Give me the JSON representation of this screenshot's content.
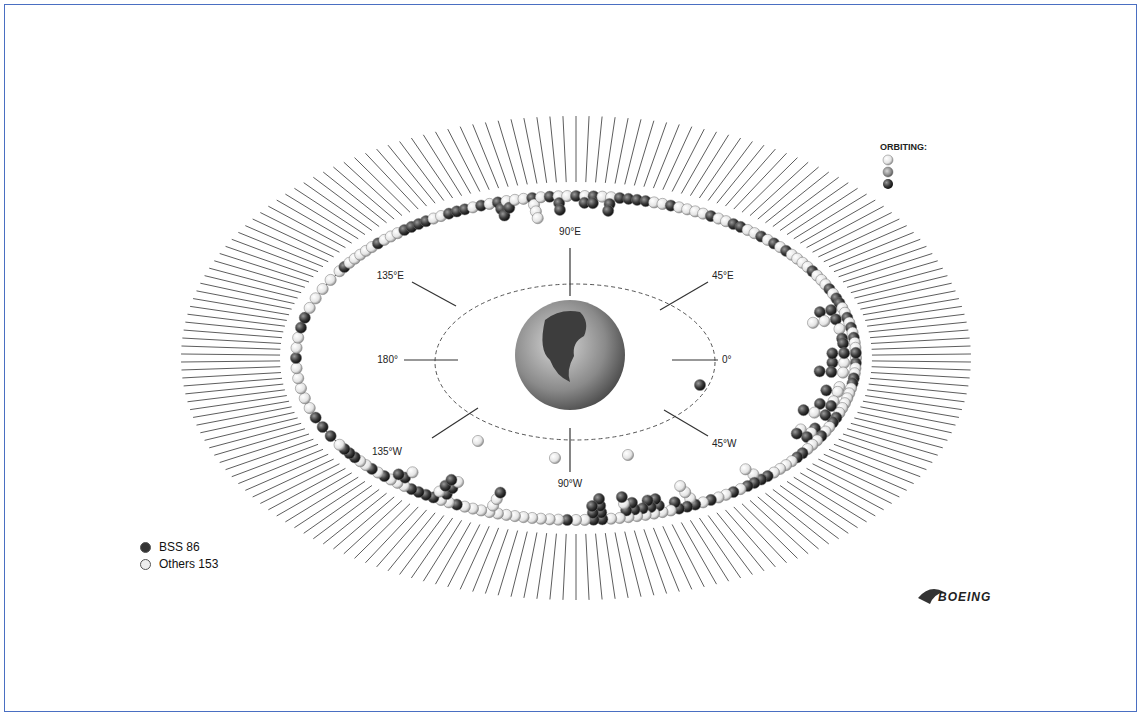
{
  "diagram": {
    "labels": [
      "90°E",
      "45°E",
      "0°",
      "45°W",
      "90°W",
      "135°W",
      "180°",
      "135°E",
      "ORBITING:",
      "BOEING"
    ],
    "legend": [
      {
        "text": "BSS 86",
        "color": "#333333"
      },
      {
        "text": "Others 153",
        "color": "#eeeeee"
      }
    ]
  }
}
